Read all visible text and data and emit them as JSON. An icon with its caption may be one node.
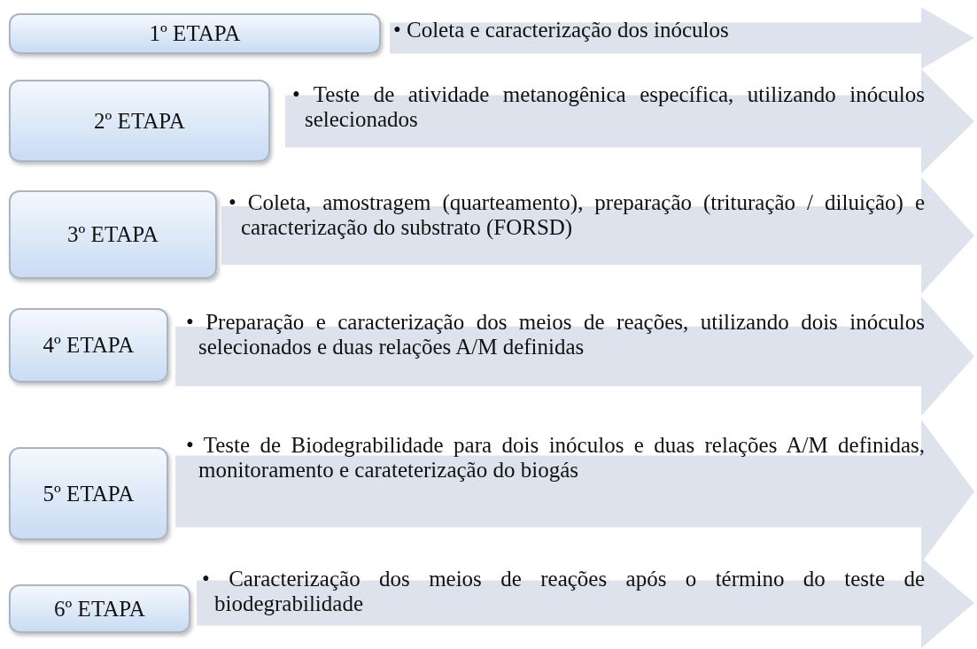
{
  "diagram": {
    "nodes": [
      {
        "text": [
          "1º ETAPA"
        ]
      },
      {
        "text": [
          "• Coleta e caracterização dos inóculos"
        ]
      },
      {
        "text": [
          "2º ETAPA"
        ]
      },
      {
        "text": [
          "• Teste de atividade metanogênica específica, utilizando inóculos selecionados"
        ]
      },
      {
        "text": [
          "3º ETAPA"
        ]
      },
      {
        "text": [
          "• Coleta, amostragem (quarteamento), preparação (trituração / diluição) e caracterização do substrato (FORSD)"
        ]
      },
      {
        "text": [
          "4º ETAPA"
        ]
      },
      {
        "text": [
          "• Preparação e caracterização dos meios de reações, utilizando dois inóculos selecionados e duas relações A/M definidas"
        ]
      },
      {
        "text": [
          "5º ETAPA"
        ]
      },
      {
        "text": [
          "• Teste de Biodegrabilidade para dois inóculos e duas relações A/M definidas, monitoramento e carateterização do biogás"
        ]
      },
      {
        "text": [
          "6º ETAPA"
        ]
      },
      {
        "text": [
          "• Caracterização dos meios de reações após o término do teste de biodegrabilidade"
        ]
      }
    ],
    "edges": []
  }
}
